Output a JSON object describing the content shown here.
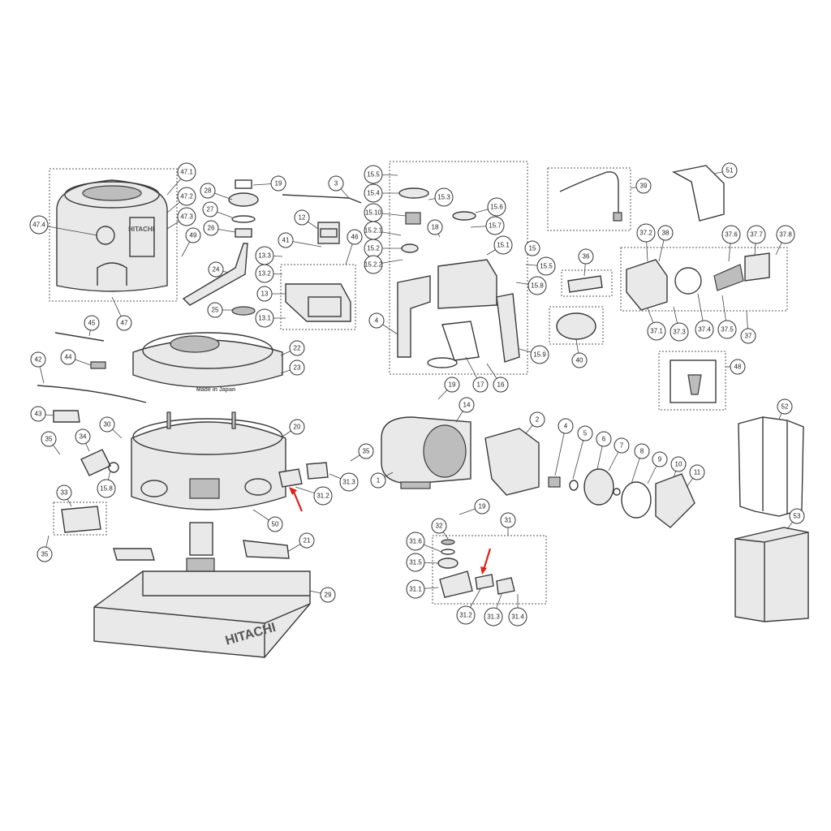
{
  "brand": {
    "cover_logo": "HITACHI",
    "base_logo": "HITACHI",
    "label_text": "Made in Japan"
  },
  "colors": {
    "line": "#3a3a3a",
    "callout_arrow": "#e0201b",
    "background": "#ffffff"
  },
  "callouts": [
    {
      "id": "c471",
      "label": "47.1"
    },
    {
      "id": "c472",
      "label": "47.2"
    },
    {
      "id": "c473",
      "label": "47.3"
    },
    {
      "id": "c474",
      "label": "47.4"
    },
    {
      "id": "c47",
      "label": "47"
    },
    {
      "id": "c49",
      "label": "49"
    },
    {
      "id": "c28",
      "label": "28"
    },
    {
      "id": "c19a",
      "label": "19"
    },
    {
      "id": "c27",
      "label": "27"
    },
    {
      "id": "c26",
      "label": "26"
    },
    {
      "id": "c24",
      "label": "24"
    },
    {
      "id": "c25",
      "label": "25"
    },
    {
      "id": "c3",
      "label": "3"
    },
    {
      "id": "c12",
      "label": "12"
    },
    {
      "id": "c41",
      "label": "41"
    },
    {
      "id": "c46",
      "label": "46"
    },
    {
      "id": "c133",
      "label": "13.3"
    },
    {
      "id": "c132",
      "label": "13.2"
    },
    {
      "id": "c13",
      "label": "13"
    },
    {
      "id": "c131",
      "label": "13.1"
    },
    {
      "id": "c155a",
      "label": "15.5"
    },
    {
      "id": "c154",
      "label": "15.4"
    },
    {
      "id": "c153",
      "label": "15.3"
    },
    {
      "id": "c1510",
      "label": "15.10"
    },
    {
      "id": "c1521",
      "label": "15.2.1"
    },
    {
      "id": "c152",
      "label": "15.2"
    },
    {
      "id": "c1522",
      "label": "15.2.2"
    },
    {
      "id": "c18",
      "label": "18"
    },
    {
      "id": "c156",
      "label": "15.6"
    },
    {
      "id": "c157",
      "label": "15.7"
    },
    {
      "id": "c151",
      "label": "15.1"
    },
    {
      "id": "c15",
      "label": "15"
    },
    {
      "id": "c155b",
      "label": "15.5"
    },
    {
      "id": "c158a",
      "label": "15.8"
    },
    {
      "id": "c4a",
      "label": "4"
    },
    {
      "id": "c159",
      "label": "15.9"
    },
    {
      "id": "c17",
      "label": "17"
    },
    {
      "id": "c16",
      "label": "16"
    },
    {
      "id": "c39",
      "label": "39"
    },
    {
      "id": "c51",
      "label": "51"
    },
    {
      "id": "c36",
      "label": "36"
    },
    {
      "id": "c40",
      "label": "40"
    },
    {
      "id": "c372",
      "label": "37.2"
    },
    {
      "id": "c38",
      "label": "38"
    },
    {
      "id": "c376",
      "label": "37.6"
    },
    {
      "id": "c377",
      "label": "37.7"
    },
    {
      "id": "c378",
      "label": "37.8"
    },
    {
      "id": "c371",
      "label": "37.1"
    },
    {
      "id": "c373",
      "label": "37.3"
    },
    {
      "id": "c374",
      "label": "37.4"
    },
    {
      "id": "c375",
      "label": "37.5"
    },
    {
      "id": "c37",
      "label": "37"
    },
    {
      "id": "c48",
      "label": "48"
    },
    {
      "id": "c45",
      "label": "45"
    },
    {
      "id": "c42",
      "label": "42"
    },
    {
      "id": "c44",
      "label": "44"
    },
    {
      "id": "c22",
      "label": "22"
    },
    {
      "id": "c23",
      "label": "23"
    },
    {
      "id": "c43",
      "label": "43"
    },
    {
      "id": "c30",
      "label": "30"
    },
    {
      "id": "c20",
      "label": "20"
    },
    {
      "id": "c35a",
      "label": "35"
    },
    {
      "id": "c34",
      "label": "34"
    },
    {
      "id": "c158b",
      "label": "15.8"
    },
    {
      "id": "c33",
      "label": "33"
    },
    {
      "id": "c35b",
      "label": "35"
    },
    {
      "id": "c35c",
      "label": "35"
    },
    {
      "id": "c312a",
      "label": "31.2"
    },
    {
      "id": "c313a",
      "label": "31.3"
    },
    {
      "id": "c50",
      "label": "50"
    },
    {
      "id": "c21",
      "label": "21"
    },
    {
      "id": "c29",
      "label": "29"
    },
    {
      "id": "c19b",
      "label": "19"
    },
    {
      "id": "c14",
      "label": "14"
    },
    {
      "id": "c1",
      "label": "1"
    },
    {
      "id": "c2",
      "label": "2"
    },
    {
      "id": "c4b",
      "label": "4"
    },
    {
      "id": "c5",
      "label": "5"
    },
    {
      "id": "c6",
      "label": "6"
    },
    {
      "id": "c7",
      "label": "7"
    },
    {
      "id": "c8",
      "label": "8"
    },
    {
      "id": "c9",
      "label": "9"
    },
    {
      "id": "c10",
      "label": "10"
    },
    {
      "id": "c11",
      "label": "11"
    },
    {
      "id": "c52",
      "label": "52"
    },
    {
      "id": "c53",
      "label": "53"
    },
    {
      "id": "c19c",
      "label": "19"
    },
    {
      "id": "c32",
      "label": "32"
    },
    {
      "id": "c31",
      "label": "31"
    },
    {
      "id": "c316",
      "label": "31.6"
    },
    {
      "id": "c315",
      "label": "31.5"
    },
    {
      "id": "c311",
      "label": "31.1"
    },
    {
      "id": "c312b",
      "label": "31.2"
    },
    {
      "id": "c313b",
      "label": "31.3"
    },
    {
      "id": "c314",
      "label": "31.4"
    }
  ]
}
